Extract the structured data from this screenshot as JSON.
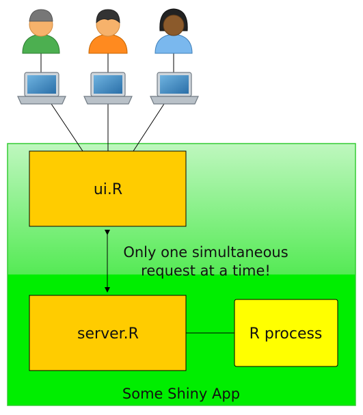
{
  "diagram": {
    "title": "Some Shiny App",
    "nodes": {
      "ui": {
        "label": "ui.R"
      },
      "server": {
        "label": "server.R"
      },
      "rprocess": {
        "label": "R process"
      }
    },
    "note": {
      "line1": "Only one simultaneous",
      "line2": "request at a time!"
    },
    "users": [
      {
        "icon": "user-green-cap-icon"
      },
      {
        "icon": "user-orange-hoodie-icon"
      },
      {
        "icon": "user-blue-shirt-icon"
      }
    ],
    "colors": {
      "app_border": "#33cc33",
      "app_top": "#b8f5b8",
      "app_bottom": "#00ee00",
      "ui_box": "#ffcc00",
      "server_box": "#ffcc00",
      "rprocess_box": "#ffff00"
    }
  }
}
